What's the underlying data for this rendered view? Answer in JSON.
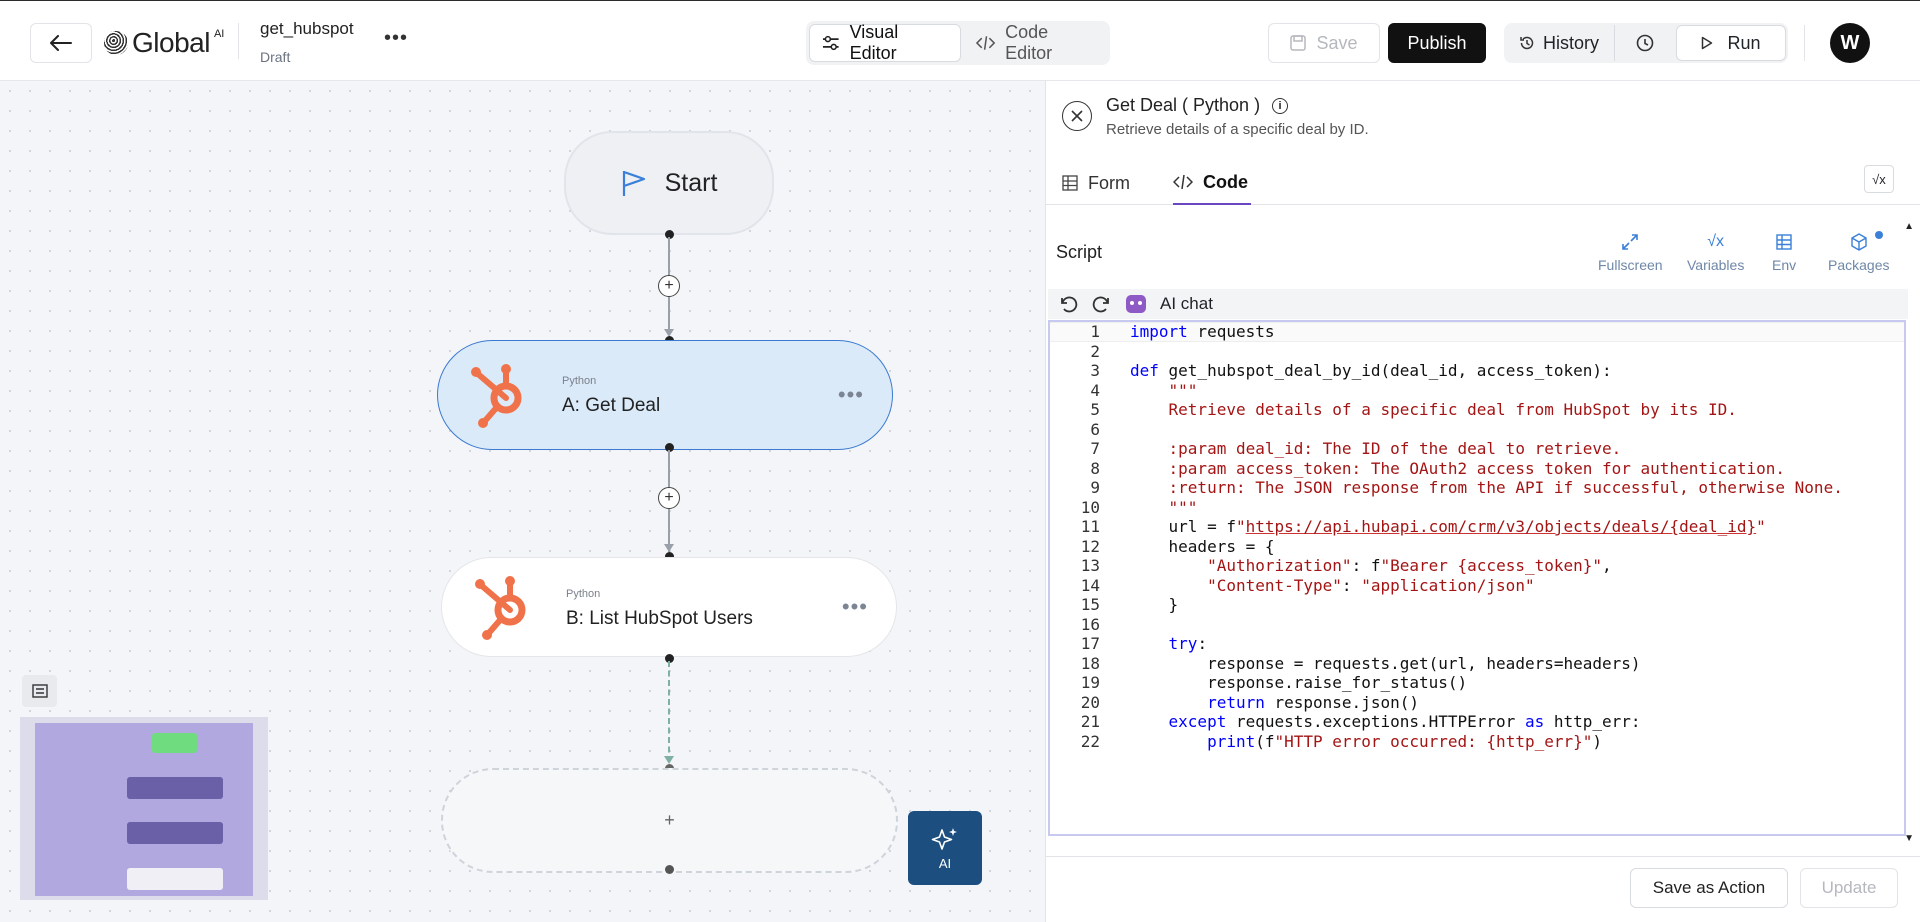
{
  "header": {
    "back_icon": "arrow-left-icon",
    "logo_text": "Global",
    "logo_sup": "AI",
    "workflow_name": "get_hubspot",
    "workflow_status": "Draft",
    "more_label": "•••",
    "visual_editor_label": "Visual Editor",
    "code_editor_label": "Code Editor",
    "save_label": "Save",
    "publish_label": "Publish",
    "history_label": "History",
    "run_label": "Run",
    "avatar_initial": "W"
  },
  "canvas": {
    "start_label": "Start",
    "nodes": [
      {
        "type_label": "Python",
        "title": "A: Get Deal",
        "selected": true
      },
      {
        "type_label": "Python",
        "title": "B: List HubSpot Users",
        "selected": false
      }
    ],
    "empty_node_label": "+",
    "ai_button_label": "AI",
    "colors": {
      "hubspot": "#f0724a",
      "selected_bg": "#dbeaf9",
      "selected_border": "#3b7ad0",
      "ai_button": "#1c4e7f"
    }
  },
  "panel": {
    "title": "Get Deal ( Python )",
    "description": "Retrieve details of a specific deal by ID.",
    "tabs": [
      {
        "label": "Form",
        "active": false
      },
      {
        "label": "Code",
        "active": true
      }
    ],
    "sqrt_button": "√x",
    "script_label": "Script",
    "tools": [
      {
        "label": "Fullscreen",
        "icon": "expand-icon"
      },
      {
        "label": "Variables",
        "icon": "sqrt-x-icon"
      },
      {
        "label": "Env",
        "icon": "table-icon"
      },
      {
        "label": "Packages",
        "icon": "package-icon"
      }
    ],
    "ai_chat_label": "AI chat",
    "save_action_label": "Save as Action",
    "update_label": "Update"
  },
  "code_lines": [
    "import requests",
    "",
    "def get_hubspot_deal_by_id(deal_id, access_token):",
    "    \"\"\"",
    "    Retrieve details of a specific deal from HubSpot by its ID.",
    "",
    "    :param deal_id: The ID of the deal to retrieve.",
    "    :param access_token: The OAuth2 access token for authentication.",
    "    :return: The JSON response from the API if successful, otherwise None.",
    "    \"\"\"",
    "    url = f\"https://api.hubapi.com/crm/v3/objects/deals/{deal_id}\"",
    "    headers = {",
    "        \"Authorization\": f\"Bearer {access_token}\",",
    "        \"Content-Type\": \"application/json\"",
    "    }",
    "",
    "    try:",
    "        response = requests.get(url, headers=headers)",
    "        response.raise_for_status()",
    "        return response.json()",
    "    except requests.exceptions.HTTPError as http_err:",
    "        print(f\"HTTP error occurred: {http_err}\")"
  ]
}
